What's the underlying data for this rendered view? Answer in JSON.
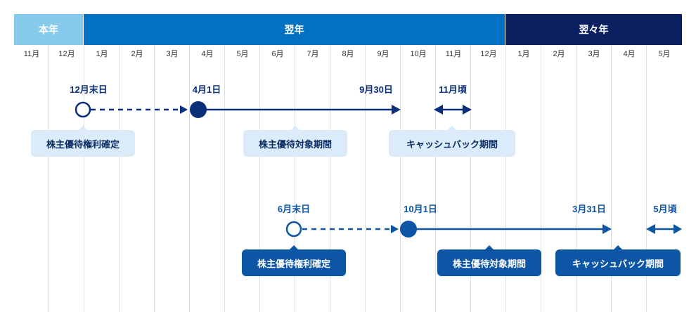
{
  "years": {
    "current": "本年",
    "next": "翌年",
    "next2": "翌々年"
  },
  "months": [
    "11月",
    "12月",
    "1月",
    "2月",
    "3月",
    "4月",
    "5月",
    "6月",
    "7月",
    "8月",
    "9月",
    "10月",
    "11月",
    "12月",
    "1月",
    "2月",
    "3月",
    "4月",
    "5月"
  ],
  "timeline1": {
    "label_start": "12月末日",
    "label_mid": "4月1日",
    "label_end": "9月30日",
    "label_cashback": "11月頃",
    "box_rights": "株主優待権利確定",
    "box_period": "株主優待対象期間",
    "box_cashback": "キャッシュバック期間"
  },
  "timeline2": {
    "label_start": "6月末日",
    "label_mid": "10月1日",
    "label_end": "3月31日",
    "label_cashback": "5月頃",
    "box_rights": "株主優待権利確定",
    "box_period": "株主優待対象期間",
    "box_cashback": "キャッシュバック期間"
  },
  "colors": {
    "current_year": "#86cbec",
    "next_year": "#0271c2",
    "next2_year": "#0a2060",
    "timeline1_line": "#0c2f7a",
    "timeline2_line": "#0d55a5",
    "light_box": "#dcebfa",
    "dark_box": "#0d55a5"
  }
}
